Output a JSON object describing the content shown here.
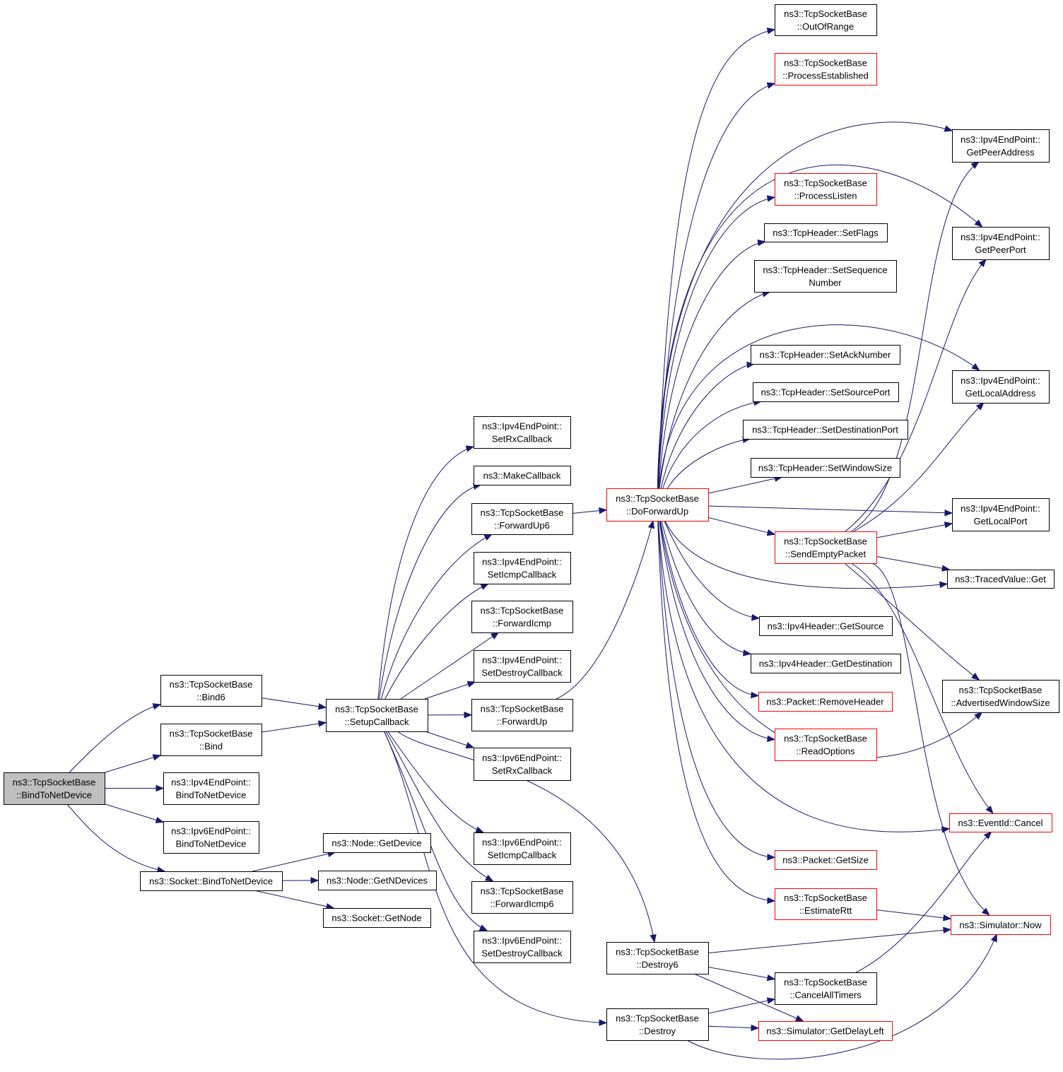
{
  "colors": {
    "edge": "#191970",
    "node_border": "#000000",
    "node_border_incomplete": "#ff0000",
    "root_fill": "#bfbfbf",
    "node_fill": "#ffffff"
  },
  "nodes": [
    {
      "id": "root",
      "lines": [
        "ns3::TcpSocketBase",
        "::BindToNetDevice"
      ],
      "root": true,
      "red": false
    },
    {
      "id": "bind6",
      "lines": [
        "ns3::TcpSocketBase",
        "::Bind6"
      ],
      "red": false
    },
    {
      "id": "bind",
      "lines": [
        "ns3::TcpSocketBase",
        "::Bind"
      ],
      "red": false
    },
    {
      "id": "ipv4bind",
      "lines": [
        "ns3::Ipv4EndPoint::",
        "BindToNetDevice"
      ],
      "red": false
    },
    {
      "id": "ipv6bind",
      "lines": [
        "ns3::Ipv6EndPoint::",
        "BindToNetDevice"
      ],
      "red": false
    },
    {
      "id": "sockbind",
      "lines": [
        "ns3::Socket::BindToNetDevice"
      ],
      "red": false
    },
    {
      "id": "nodegetdev",
      "lines": [
        "ns3::Node::GetDevice"
      ],
      "red": false
    },
    {
      "id": "nodegetndev",
      "lines": [
        "ns3::Node::GetNDevices"
      ],
      "red": false
    },
    {
      "id": "sockgetnode",
      "lines": [
        "ns3::Socket::GetNode"
      ],
      "red": false
    },
    {
      "id": "setupcb",
      "lines": [
        "ns3::TcpSocketBase",
        "::SetupCallback"
      ],
      "red": false
    },
    {
      "id": "v4setrx",
      "lines": [
        "ns3::Ipv4EndPoint::",
        "SetRxCallback"
      ],
      "red": false
    },
    {
      "id": "makecb",
      "lines": [
        "ns3::MakeCallback"
      ],
      "red": false
    },
    {
      "id": "fwdup6",
      "lines": [
        "ns3::TcpSocketBase",
        "::ForwardUp6"
      ],
      "red": false
    },
    {
      "id": "v4seticmp",
      "lines": [
        "ns3::Ipv4EndPoint::",
        "SetIcmpCallback"
      ],
      "red": false
    },
    {
      "id": "fwdicmp",
      "lines": [
        "ns3::TcpSocketBase",
        "::ForwardIcmp"
      ],
      "red": false
    },
    {
      "id": "v4setdestroy",
      "lines": [
        "ns3::Ipv4EndPoint::",
        "SetDestroyCallback"
      ],
      "red": false
    },
    {
      "id": "fwdup",
      "lines": [
        "ns3::TcpSocketBase",
        "::ForwardUp"
      ],
      "red": false
    },
    {
      "id": "v6setrx",
      "lines": [
        "ns3::Ipv6EndPoint::",
        "SetRxCallback"
      ],
      "red": false
    },
    {
      "id": "v6seticmp",
      "lines": [
        "ns3::Ipv6EndPoint::",
        "SetIcmpCallback"
      ],
      "red": false
    },
    {
      "id": "fwdicmp6",
      "lines": [
        "ns3::TcpSocketBase",
        "::ForwardIcmp6"
      ],
      "red": false
    },
    {
      "id": "v6setdestroy",
      "lines": [
        "ns3::Ipv6EndPoint::",
        "SetDestroyCallback"
      ],
      "red": false
    },
    {
      "id": "doforwardup",
      "lines": [
        "ns3::TcpSocketBase",
        "::DoForwardUp"
      ],
      "red": true
    },
    {
      "id": "destroy6",
      "lines": [
        "ns3::TcpSocketBase",
        "::Destroy6"
      ],
      "red": false
    },
    {
      "id": "destroy",
      "lines": [
        "ns3::TcpSocketBase",
        "::Destroy"
      ],
      "red": false
    },
    {
      "id": "outofrange",
      "lines": [
        "ns3::TcpSocketBase",
        "::OutOfRange"
      ],
      "red": false
    },
    {
      "id": "procest",
      "lines": [
        "ns3::TcpSocketBase",
        "::ProcessEstablished"
      ],
      "red": true
    },
    {
      "id": "proclisten",
      "lines": [
        "ns3::TcpSocketBase",
        "::ProcessListen"
      ],
      "red": true
    },
    {
      "id": "setflags",
      "lines": [
        "ns3::TcpHeader::SetFlags"
      ],
      "red": false
    },
    {
      "id": "setseq",
      "lines": [
        "ns3::TcpHeader::SetSequence",
        "Number"
      ],
      "red": false
    },
    {
      "id": "setack",
      "lines": [
        "ns3::TcpHeader::SetAckNumber"
      ],
      "red": false
    },
    {
      "id": "setsrcport",
      "lines": [
        "ns3::TcpHeader::SetSourcePort"
      ],
      "red": false
    },
    {
      "id": "setdstport",
      "lines": [
        "ns3::TcpHeader::SetDestinationPort"
      ],
      "red": false
    },
    {
      "id": "setwin",
      "lines": [
        "ns3::TcpHeader::SetWindowSize"
      ],
      "red": false
    },
    {
      "id": "sendempty",
      "lines": [
        "ns3::TcpSocketBase",
        "::SendEmptyPacket"
      ],
      "red": true
    },
    {
      "id": "v4getsrc",
      "lines": [
        "ns3::Ipv4Header::GetSource"
      ],
      "red": false
    },
    {
      "id": "v4getdst",
      "lines": [
        "ns3::Ipv4Header::GetDestination"
      ],
      "red": false
    },
    {
      "id": "removehdr",
      "lines": [
        "ns3::Packet::RemoveHeader"
      ],
      "red": true
    },
    {
      "id": "readopts",
      "lines": [
        "ns3::TcpSocketBase",
        "::ReadOptions"
      ],
      "red": true
    },
    {
      "id": "getsize",
      "lines": [
        "ns3::Packet::GetSize"
      ],
      "red": true
    },
    {
      "id": "estrtt",
      "lines": [
        "ns3::TcpSocketBase",
        "::EstimateRtt"
      ],
      "red": true
    },
    {
      "id": "cancelall",
      "lines": [
        "ns3::TcpSocketBase",
        "::CancelAllTimers"
      ],
      "red": false
    },
    {
      "id": "getdelay",
      "lines": [
        "ns3::Simulator::GetDelayLeft"
      ],
      "red": true
    },
    {
      "id": "peeraddr",
      "lines": [
        "ns3::Ipv4EndPoint::",
        "GetPeerAddress"
      ],
      "red": false
    },
    {
      "id": "peerport",
      "lines": [
        "ns3::Ipv4EndPoint::",
        "GetPeerPort"
      ],
      "red": false
    },
    {
      "id": "localaddr",
      "lines": [
        "ns3::Ipv4EndPoint::",
        "GetLocalAddress"
      ],
      "red": false
    },
    {
      "id": "localport",
      "lines": [
        "ns3::Ipv4EndPoint::",
        "GetLocalPort"
      ],
      "red": false
    },
    {
      "id": "tracedget",
      "lines": [
        "ns3::TracedValue::Get"
      ],
      "red": false
    },
    {
      "id": "advwin",
      "lines": [
        "ns3::TcpSocketBase",
        "::AdvertisedWindowSize"
      ],
      "red": false
    },
    {
      "id": "cancel",
      "lines": [
        "ns3::EventId::Cancel"
      ],
      "red": true
    },
    {
      "id": "now",
      "lines": [
        "ns3::Simulator::Now"
      ],
      "red": true
    }
  ],
  "edges": [
    [
      "root",
      "bind6"
    ],
    [
      "root",
      "bind"
    ],
    [
      "root",
      "ipv4bind"
    ],
    [
      "root",
      "ipv6bind"
    ],
    [
      "root",
      "sockbind"
    ],
    [
      "bind6",
      "setupcb"
    ],
    [
      "bind",
      "setupcb"
    ],
    [
      "sockbind",
      "nodegetdev"
    ],
    [
      "sockbind",
      "nodegetndev"
    ],
    [
      "sockbind",
      "sockgetnode"
    ],
    [
      "setupcb",
      "v4setrx"
    ],
    [
      "setupcb",
      "makecb"
    ],
    [
      "setupcb",
      "fwdup6"
    ],
    [
      "setupcb",
      "v4seticmp"
    ],
    [
      "setupcb",
      "fwdicmp"
    ],
    [
      "setupcb",
      "v4setdestroy"
    ],
    [
      "setupcb",
      "fwdup"
    ],
    [
      "setupcb",
      "v6setrx"
    ],
    [
      "setupcb",
      "v6seticmp"
    ],
    [
      "setupcb",
      "fwdicmp6"
    ],
    [
      "setupcb",
      "v6setdestroy"
    ],
    [
      "setupcb",
      "destroy6"
    ],
    [
      "setupcb",
      "destroy"
    ],
    [
      "fwdup6",
      "doforwardup"
    ],
    [
      "fwdup",
      "doforwardup"
    ],
    [
      "doforwardup",
      "outofrange"
    ],
    [
      "doforwardup",
      "procest"
    ],
    [
      "doforwardup",
      "peeraddr"
    ],
    [
      "doforwardup",
      "peerport"
    ],
    [
      "doforwardup",
      "proclisten"
    ],
    [
      "doforwardup",
      "setflags"
    ],
    [
      "doforwardup",
      "setseq"
    ],
    [
      "doforwardup",
      "localaddr"
    ],
    [
      "doforwardup",
      "setack"
    ],
    [
      "doforwardup",
      "setsrcport"
    ],
    [
      "doforwardup",
      "setdstport"
    ],
    [
      "doforwardup",
      "setwin"
    ],
    [
      "doforwardup",
      "localport"
    ],
    [
      "doforwardup",
      "sendempty"
    ],
    [
      "doforwardup",
      "tracedget"
    ],
    [
      "doforwardup",
      "v4getsrc"
    ],
    [
      "doforwardup",
      "v4getdst"
    ],
    [
      "doforwardup",
      "removehdr"
    ],
    [
      "doforwardup",
      "readopts"
    ],
    [
      "doforwardup",
      "advwin"
    ],
    [
      "doforwardup",
      "cancel"
    ],
    [
      "doforwardup",
      "getsize"
    ],
    [
      "doforwardup",
      "estrtt"
    ],
    [
      "sendempty",
      "peeraddr"
    ],
    [
      "sendempty",
      "peerport"
    ],
    [
      "sendempty",
      "localaddr"
    ],
    [
      "sendempty",
      "localport"
    ],
    [
      "sendempty",
      "tracedget"
    ],
    [
      "sendempty",
      "advwin"
    ],
    [
      "sendempty",
      "cancel"
    ],
    [
      "sendempty",
      "now"
    ],
    [
      "estrtt",
      "now"
    ],
    [
      "destroy6",
      "now"
    ],
    [
      "destroy6",
      "cancelall"
    ],
    [
      "destroy6",
      "getdelay"
    ],
    [
      "destroy",
      "cancelall"
    ],
    [
      "destroy",
      "getdelay"
    ],
    [
      "destroy",
      "now"
    ],
    [
      "cancelall",
      "cancel"
    ]
  ]
}
